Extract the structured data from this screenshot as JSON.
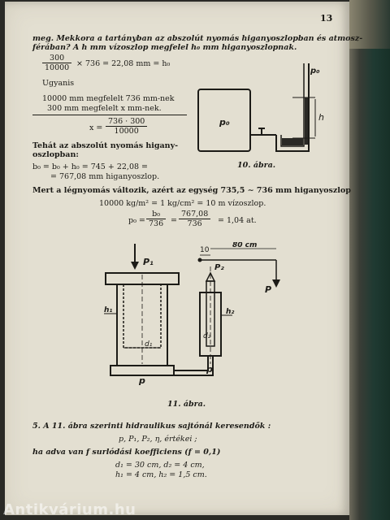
{
  "page_number": "13",
  "intro": {
    "line1": "meg. Mekkora a tartányban az abszolút nyomás higanyoszlopban és atmosz-",
    "line2": "férában? A h mm vízoszlop megfelel h₀ mm higanyoszlopnak."
  },
  "eq1": {
    "num": "300",
    "den": "10000",
    "rest": "× 736 = 22,08 mm = h₀"
  },
  "ugyanis": "Ugyanis",
  "prop1": "10000 mm megfelelt 736 mm-nek",
  "prop2": "300 mm megfelelt  x  mm-nek.",
  "eq2": {
    "lhs": "x =",
    "num": "736 · 300",
    "den": "10000"
  },
  "tehat": {
    "line1": "Tehát az abszolút nyomás higany-",
    "line2": "oszlopban:",
    "eq3": "b₀ = b₀ + h₀ = 745 + 22,08 =",
    "eq4": "= 767,08 mm higanyoszlop."
  },
  "fig10": {
    "caption": "10. ábra.",
    "label_p0_tank": "p₀",
    "label_p0_tube": "p₀",
    "label_h": "h"
  },
  "mert": "Mert a légnyomás változik, azért az egység 735,5 ∼ 736 mm higanyoszlop",
  "unit_eq": "10000 kg/m² = 1 kg/cm² = 10 m vízoszlop.",
  "eq5": {
    "lhs": "p₀ =",
    "num1": "b₀",
    "den1": "736",
    "num2": "767,08",
    "den2": "736",
    "rest": "= 1,04 at."
  },
  "fig11": {
    "caption": "11. ábra.",
    "label_80cm": "80 cm",
    "label_10": "10",
    "label_P1": "P₁",
    "label_P2": "P₂",
    "label_P": "P",
    "label_h1": "h₁",
    "label_h2": "h₂",
    "label_d1": "d₁",
    "label_d2": "d₂",
    "label_p_left": "p",
    "label_p_right": "p"
  },
  "task": {
    "line1": "5. A 11. ábra szerinti hidraulikus sajtónál keresendők :",
    "line2": "p, P₁, P₂, η,  értékei ;",
    "line3": "ha adva van f surlódási koefficiens (f = 0,1)",
    "line4": "d₁ = 30 cm,   d₂ = 4 cm,",
    "line5": "h₁ = 4 cm,   h₂ = 1,5 cm."
  },
  "watermark": "Antikvárium.hu"
}
